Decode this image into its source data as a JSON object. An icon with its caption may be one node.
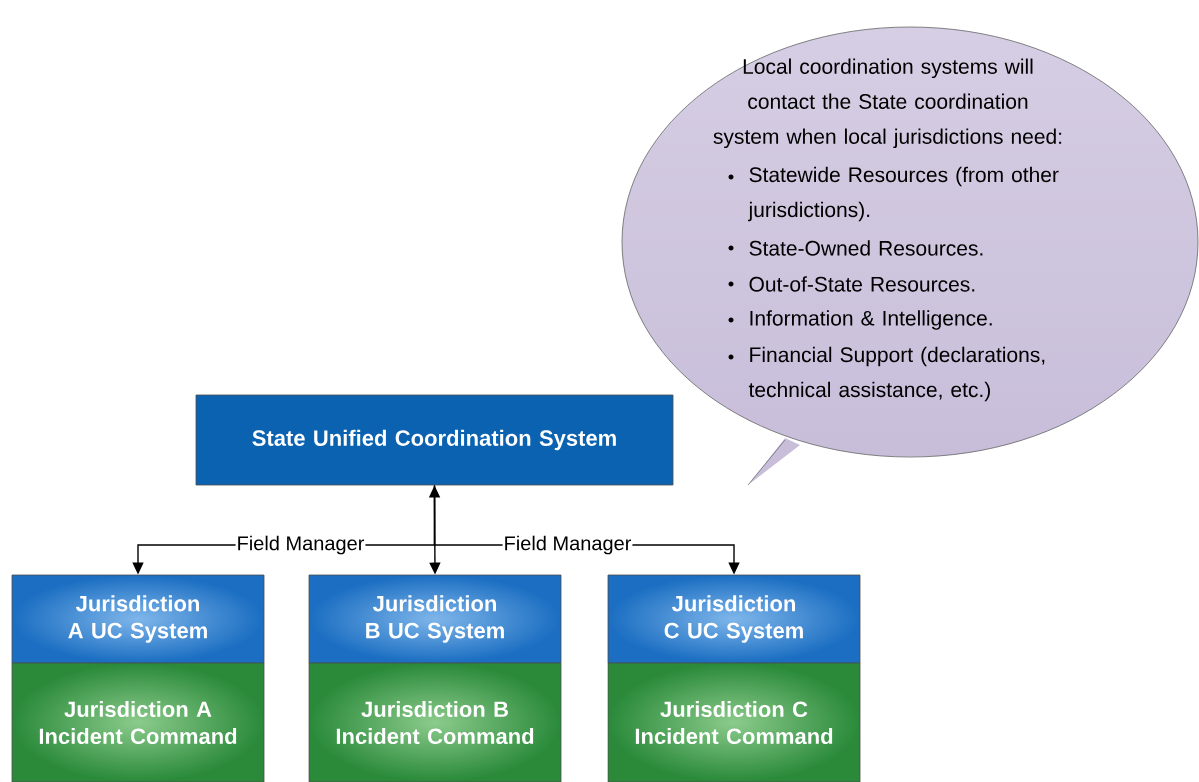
{
  "diagram": {
    "nodes": [
      {
        "text": [
          "State Unified Coordination System"
        ]
      },
      {
        "text": [
          "Jurisdiction A UC System"
        ]
      },
      {
        "text": [
          "Jurisdiction A Incident Command"
        ]
      },
      {
        "text": [
          "Jurisdiction B UC System"
        ]
      },
      {
        "text": [
          "Jurisdiction B Incident Command"
        ]
      },
      {
        "text": [
          "Jurisdiction C UC System"
        ]
      },
      {
        "text": [
          "Jurisdiction C Incident Command"
        ]
      },
      {
        "text": [
          "Local coordination systems will contact the State coordination system when local jurisdictions need:",
          "Statewide Resources (from other jurisdictions).",
          "State-Owned Resources.",
          "Out-of-State Resources.",
          "Information & Intelligence.",
          "Financial Support (declarations, technical assistance, etc.)"
        ]
      }
    ],
    "edges": [
      {
        "from": 0,
        "to": 1,
        "arrow": "to",
        "label": "Field Manager"
      },
      {
        "from": 0,
        "to": 3,
        "arrow": "both"
      },
      {
        "from": 0,
        "to": 5,
        "arrow": "to",
        "label": "Field Manager"
      }
    ]
  }
}
